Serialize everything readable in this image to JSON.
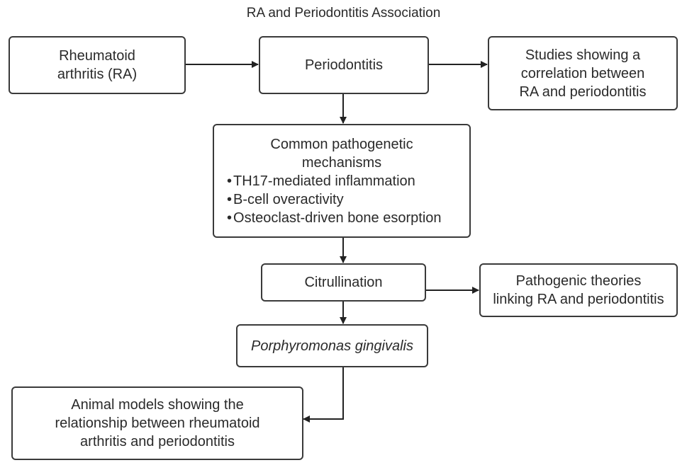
{
  "title": "RA and Periodontitis Association",
  "nodes": {
    "ra": {
      "lines": [
        "Rheumatoid",
        "arthritis (RA)"
      ]
    },
    "periodontitis": {
      "lines": [
        "Periodontitis"
      ]
    },
    "studies": {
      "lines": [
        "Studies showing a",
        "correlation between",
        "RA and periodontitis"
      ]
    },
    "mechanisms": {
      "heading": [
        "Common pathogenetic",
        "mechanisms"
      ],
      "bullets": [
        "TH17-mediated inflammation",
        "B-cell overactivity",
        "Osteoclast-driven bone esorption"
      ]
    },
    "citrullination": {
      "lines": [
        "Citrullination"
      ]
    },
    "theories": {
      "lines": [
        "Pathogenic theories",
        "linking RA and periodontitis"
      ]
    },
    "pgingivalis": {
      "lines": [
        "Porphyromonas gingivalis"
      ]
    },
    "animal": {
      "lines": [
        "Animal models showing the",
        "relationship between rheumatoid",
        "arthritis and periodontitis"
      ]
    }
  },
  "edges": [
    {
      "from": "ra",
      "to": "periodontitis"
    },
    {
      "from": "periodontitis",
      "to": "studies"
    },
    {
      "from": "periodontitis",
      "to": "mechanisms"
    },
    {
      "from": "mechanisms",
      "to": "citrullination"
    },
    {
      "from": "citrullination",
      "to": "theories"
    },
    {
      "from": "citrullination",
      "to": "pgingivalis"
    },
    {
      "from": "pgingivalis",
      "to": "animal"
    }
  ]
}
